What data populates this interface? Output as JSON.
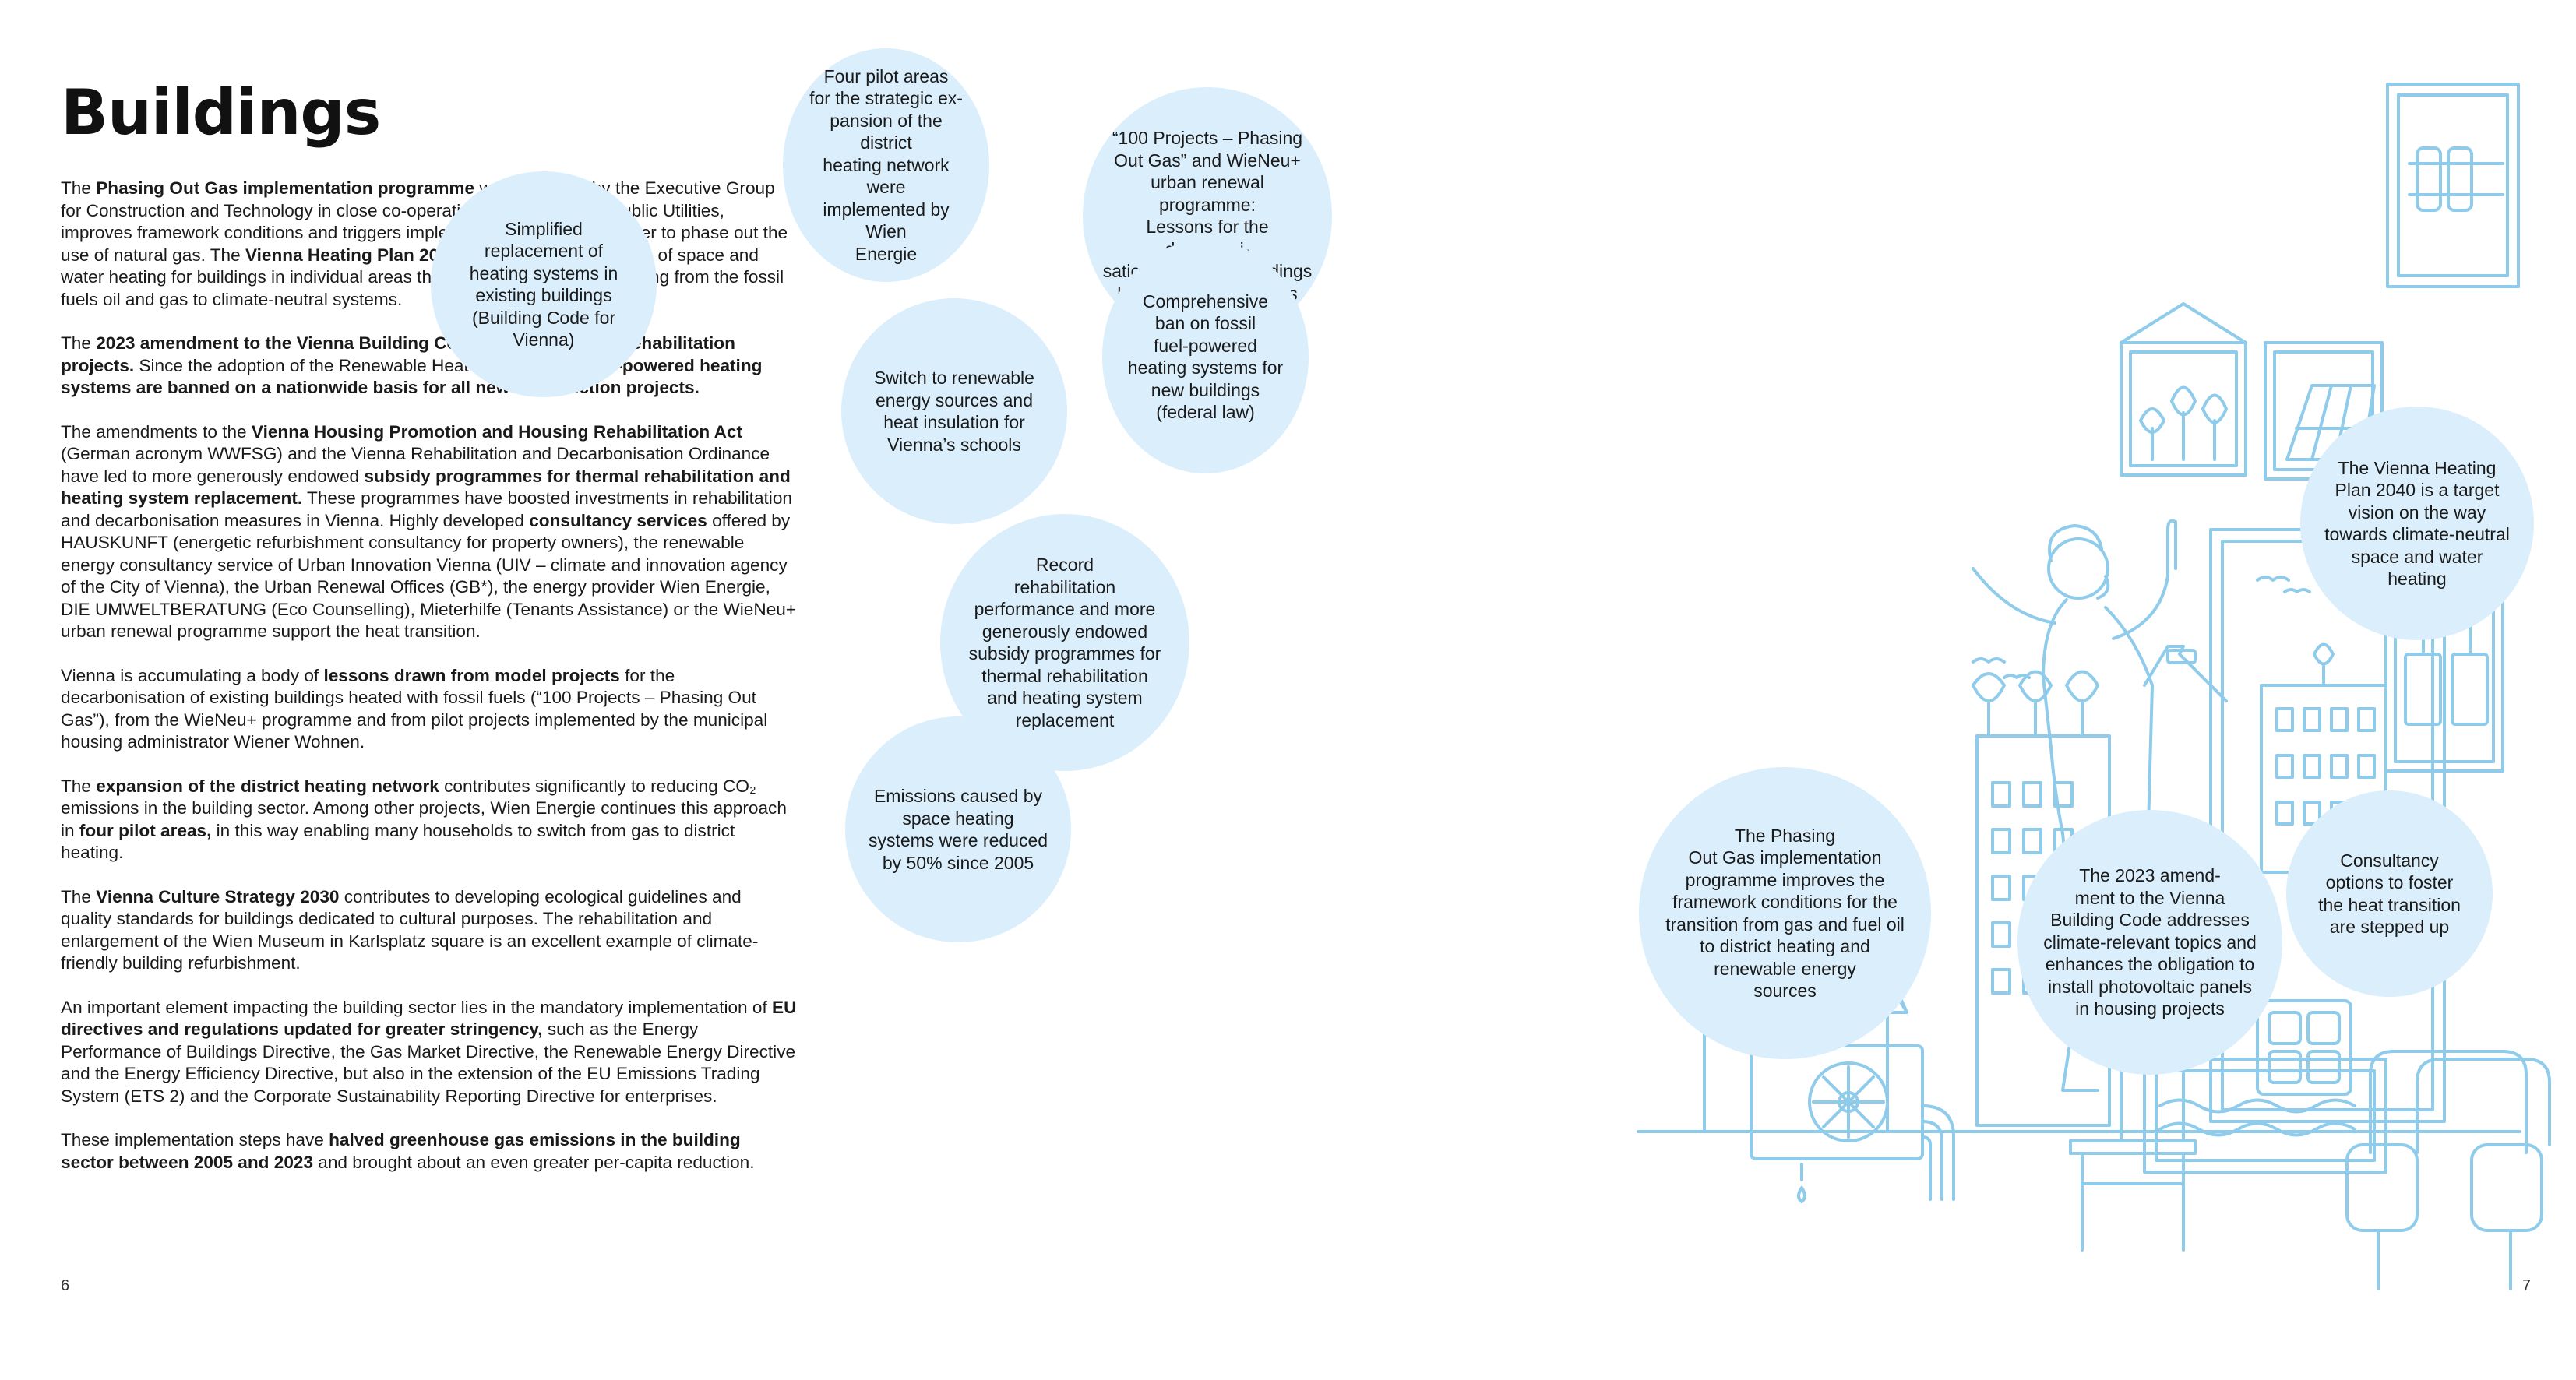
{
  "left_page": {
    "title": "Buildings",
    "paragraphs": [
      [
        {
          "t": "The "
        },
        {
          "t": "Phasing Out Gas implementation programme",
          "b": true
        },
        {
          "t": " was launched by the Executive Group for Construction and Technology in close co-operation with the Vienna Public Utilities, improves framework conditions and triggers implementation projects in order to phase out the use of natural gas. The "
        },
        {
          "t": "Vienna Heating Plan 2040",
          "b": true
        },
        {
          "t": " identifies those methods of space and water heating for buildings in individual areas that are best suited for switching from the fossil fuels oil and gas to climate-neutral systems."
        }
      ],
      [
        {
          "t": "The "
        },
        {
          "t": "2023 amendment to the Vienna Building Code",
          "b": true
        },
        {
          "t": " facilitates thermal "
        },
        {
          "t": "rehabilitation projects.",
          "b": true
        },
        {
          "t": " Since the adoption of the Renewable Heat Act in 2024, "
        },
        {
          "t": "fossil-powered heating systems are banned on a nationwide basis for all new construction projects.",
          "b": true
        }
      ],
      [
        {
          "t": "The amendments to the "
        },
        {
          "t": "Vienna Housing Promotion and Housing Rehabilitation Act",
          "b": true
        },
        {
          "t": " (German acronym WWFSG) and the Vienna Rehabilitation and Decarbonisation Ordinance have led to more generously endowed "
        },
        {
          "t": "subsidy programmes for thermal rehabilitation and heating system replacement.",
          "b": true
        },
        {
          "t": " These programmes have boosted investments in rehabilitation and decarbonisation measures in Vienna. Highly developed "
        },
        {
          "t": "consultancy services",
          "b": true
        },
        {
          "t": " offered by HAUSKUNFT (energetic refurbishment consultancy for property owners), the renewable energy consultancy service of Urban Innovation Vienna (UIV – climate and innovation agency of the City of Vienna), the Urban Renewal Offices (GB*), the energy provider Wien Energie, DIE UMWELTBERATUNG (Eco Counselling), Mieterhilfe (Tenants Assistance) or the WieNeu+ urban renewal programme support the heat transition."
        }
      ],
      [
        {
          "t": "Vienna is accumulating a body of "
        },
        {
          "t": "lessons drawn from model projects",
          "b": true
        },
        {
          "t": " for the decarbonisation of existing buildings heated with fossil fuels (“100 Projects – Phasing Out Gas”), from the WieNeu+ programme and from pilot projects implemented by the municipal housing administrator Wiener Wohnen."
        }
      ],
      [
        {
          "t": "The "
        },
        {
          "t": "expansion of the district heating network",
          "b": true
        },
        {
          "t": " contributes significantly to reducing CO₂ emissions in the building sector. Among other projects, Wien Energie continues this approach in "
        },
        {
          "t": "four pilot areas,",
          "b": true
        },
        {
          "t": " in this way enabling many households to switch from gas to district heating."
        }
      ],
      [
        {
          "t": "The "
        },
        {
          "t": "Vienna Culture Strategy 2030",
          "b": true
        },
        {
          "t": " contributes to developing ecological guidelines and quality standards for buildings dedicated to cultural purposes. The rehabilitation and enlargement of the Wien Museum in Karlsplatz square is an excellent example of climate-friendly building refurbishment."
        }
      ],
      [
        {
          "t": "An important element impacting the building sector lies in the mandatory implementation of "
        },
        {
          "t": "EU directives and regulations updated for greater stringency,",
          "b": true
        },
        {
          "t": " such as the Energy Performance of Buildings Directive, the Gas Market Directive, the Renewable Energy Directive and the Energy Efficiency Directive, but also in the extension of the EU Emissions Trading System (ETS 2) and the Corporate Sustainability Reporting Directive for enterprises."
        }
      ],
      [
        {
          "t": "These implementation steps have "
        },
        {
          "t": "halved greenhouse gas emissions in the building sector between 2005 and 2023",
          "b": true
        },
        {
          "t": " and brought about an even greater per-capita reduction."
        }
      ]
    ],
    "page_number": "6"
  },
  "right_page": {
    "page_number": "7",
    "bubbles": [
      {
        "text": "Simplified\nreplacement of\nheating systems in\nexisting buildings\n(Building Code for\nVienna)"
      },
      {
        "text": "Four pilot areas\nfor the strategic ex-\npansion of the district\nheating network were\nimplemented by Wien\nEnergie"
      },
      {
        "text": "“100 Projects – Phasing\nOut Gas” and WieNeu+\nurban renewal programme:\nLessons for the decarboni-\nsation of existing buildings\nheated with fossil fuels"
      },
      {
        "text": "Switch to renewable\nenergy sources and\nheat insulation for\nVienna’s schools"
      },
      {
        "text": "Comprehensive\nban on fossil\nfuel-powered\nheating systems for\nnew buildings\n(federal law)"
      },
      {
        "text": "The Vienna Heating\nPlan 2040 is a target\nvision on the way\ntowards climate-neutral\nspace and water\nheating"
      },
      {
        "text": "Record\nrehabilitation\nperformance and more\ngenerously endowed\nsubsidy programmes for\nthermal rehabilitation\nand heating system\nreplacement"
      },
      {
        "text": "Emissions caused by\nspace heating\nsystems were reduced\nby 50% since 2005"
      },
      {
        "text": "The Phasing\nOut Gas implementation\nprogramme improves the\nframework conditions for the\ntransition from gas and fuel oil\nto district heating and\nrenewable energy\nsources"
      },
      {
        "text": "The 2023 amend-\nment to the Vienna\nBuilding Code addresses\nclimate-relevant topics and\nenhances the obligation to\ninstall photovoltaic panels\nin housing projects"
      },
      {
        "text": "Consultancy\noptions to foster\nthe heat transition\nare stepped up"
      }
    ]
  },
  "colors": {
    "line": "#8fcbea",
    "bubble_fill": "#daeefc"
  }
}
